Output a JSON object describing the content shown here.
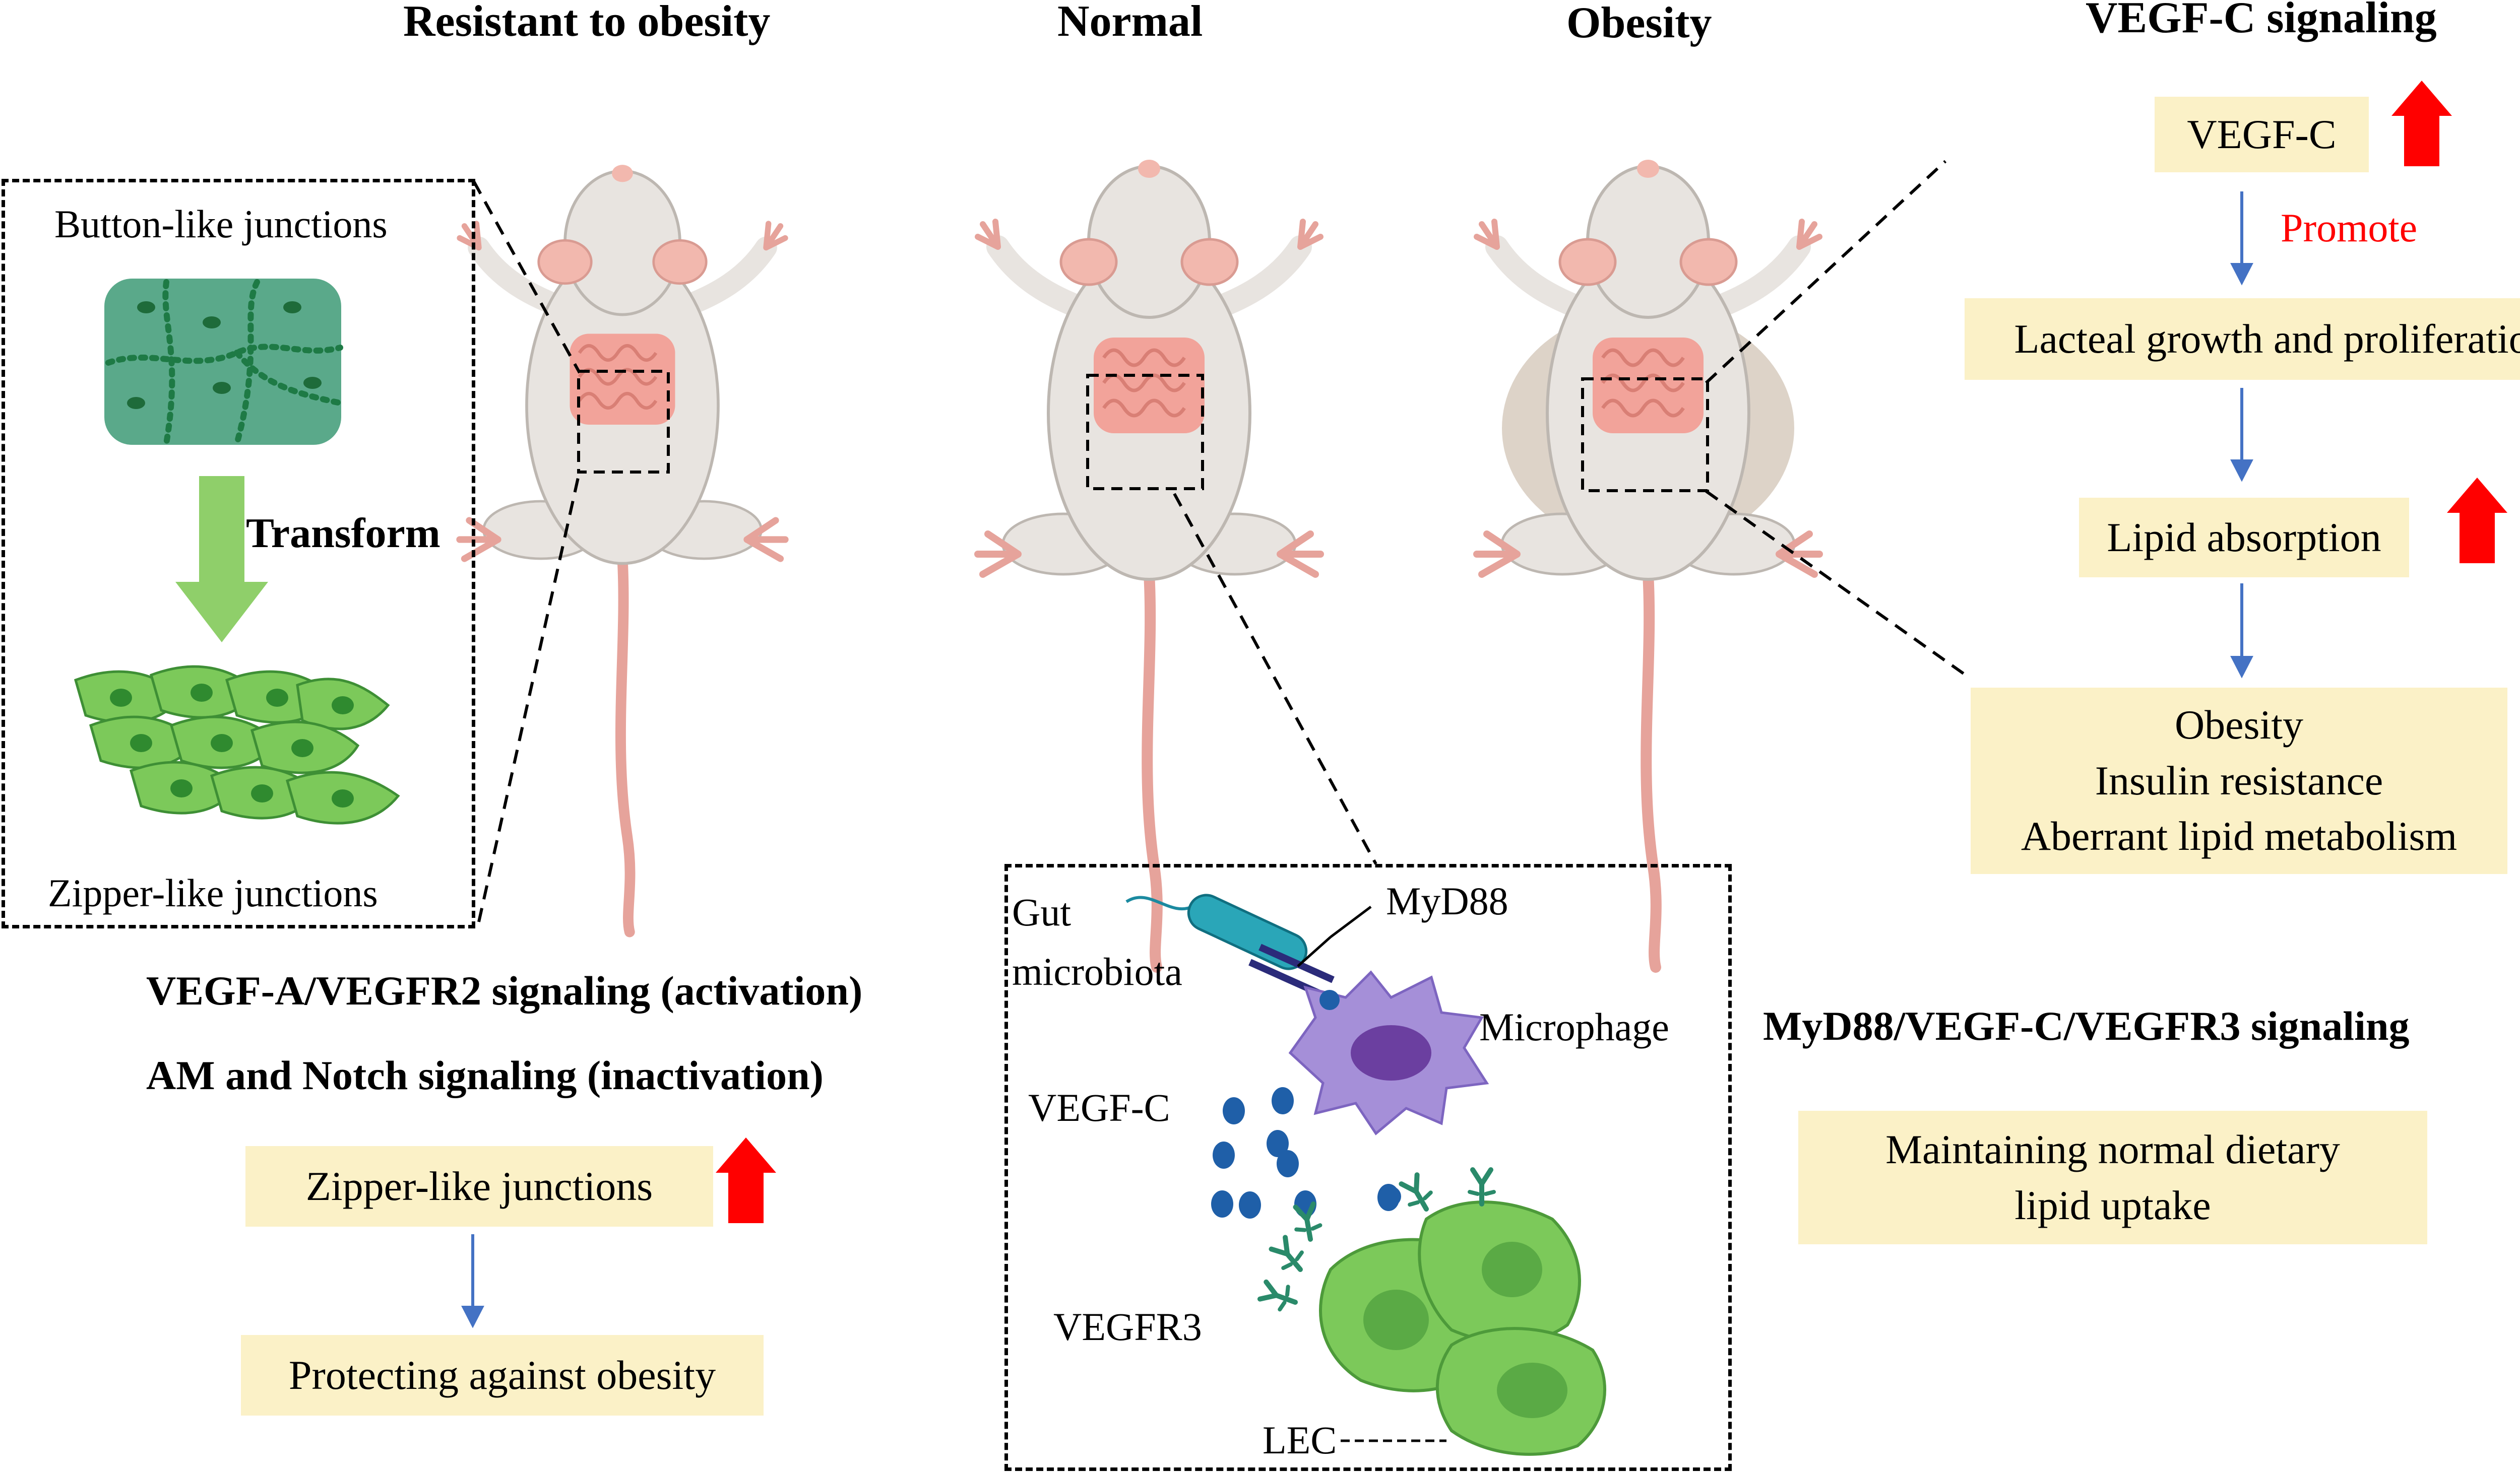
{
  "headers": {
    "resistant": "Resistant to obesity",
    "normal": "Normal",
    "obesity": "Obesity",
    "vegfc_signaling": "VEGF-C signaling"
  },
  "left_panel": {
    "button_label": "Button-like junctions",
    "transform_label": "Transform",
    "zipper_label": "Zipper-like junctions"
  },
  "left_signaling": {
    "line1": "VEGF-A/VEGFR2 signaling (activation)",
    "line2": "AM and Notch signaling (inactivation)",
    "box1": "Zipper-like junctions",
    "box2": "Protecting against obesity"
  },
  "right_flow": {
    "vegfc_box": "VEGF-C",
    "promote": "Promote",
    "lacteal_box": "Lacteal growth and proliferation",
    "lipid_box": "Lipid absorption",
    "outcomes": [
      "Obesity",
      "Insulin resistance",
      "Aberrant lipid metabolism"
    ]
  },
  "middle_panel": {
    "gut_microbiota_line1": "Gut",
    "gut_microbiota_line2": "microbiota",
    "myd88": "MyD88",
    "microphage": "Microphage",
    "vegfc": "VEGF-C",
    "vegfr3": "VEGFR3",
    "lec": "LEC"
  },
  "right_signaling": {
    "title": "MyD88/VEGF-C/VEGFR3 signaling",
    "box_line1": "Maintaining normal dietary",
    "box_line2": "lipid uptake"
  },
  "colors": {
    "box_fill": "#fbf1c7",
    "up_arrow": "#ff0000",
    "flow_arrow": "#4472c4",
    "promote_text": "#ff0000",
    "mouse_body": "#e8e4e0",
    "intestine": "#f2a39a",
    "cell_green": "#7cc95a",
    "junction_teal": "#5aa98a",
    "macrophage": "#a58fd8",
    "vegfc_dot": "#1f5fa8"
  }
}
